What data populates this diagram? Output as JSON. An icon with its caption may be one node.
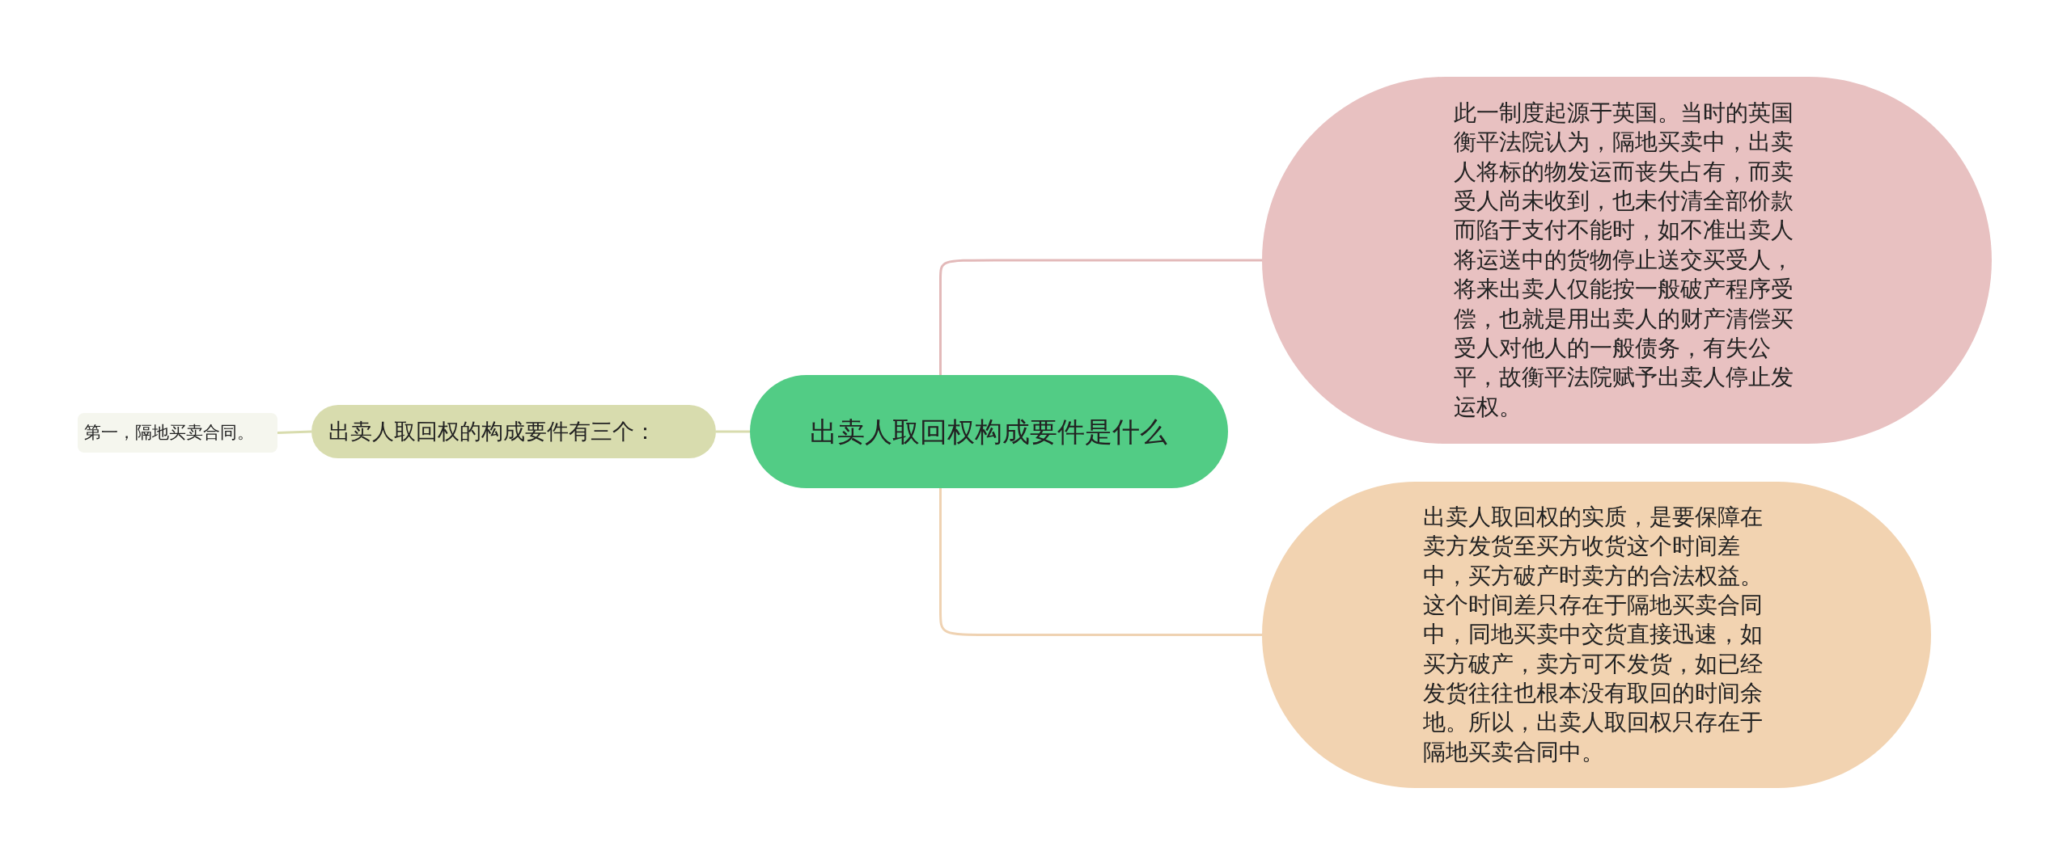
{
  "diagram": {
    "nodes": [
      {
        "text": [
          "出卖人取回权构成要件是什么"
        ]
      },
      {
        "text": [
          "此一制度起源于英国。当时的英国衡平法院认为，隔地买卖中，出卖人将标的物发运而丧失占有，而卖受人尚未收到，也未付清全部价款而陷于支付不能时，如不准出卖人将运送中的货物停止送交买受人，将来出卖人仅能按一般破产程序受偿，也就是用出卖人的财产清偿买受人对他人的一般债务，有失公平，故衡平法院赋予出卖人停止发运权。"
        ]
      },
      {
        "text": [
          "出卖人取回权的实质，是要保障在卖方发货至买方收货这个时间差中，买方破产时卖方的合法权益。这个时间差只存在于隔地买卖合同中，同地买卖中交货直接迅速，如买方破产，卖方可不发货，如已经发货往往也根本没有取回的时间余地。所以，出卖人取回权只存在于隔地买卖合同中。"
        ]
      },
      {
        "text": [
          "出卖人取回权的构成要件有三个："
        ]
      },
      {
        "text": [
          "第一，隔地买卖合同。"
        ]
      }
    ],
    "edges": [
      {
        "from": 0,
        "to": 1,
        "arrow": "none",
        "color": "#e3b9b9"
      },
      {
        "from": 0,
        "to": 2,
        "arrow": "none",
        "color": "#efd2b2"
      },
      {
        "from": 0,
        "to": 3,
        "arrow": "none",
        "color": "#d8dcae"
      },
      {
        "from": 3,
        "to": 4,
        "arrow": "none",
        "color": "#d8dcae"
      }
    ]
  }
}
